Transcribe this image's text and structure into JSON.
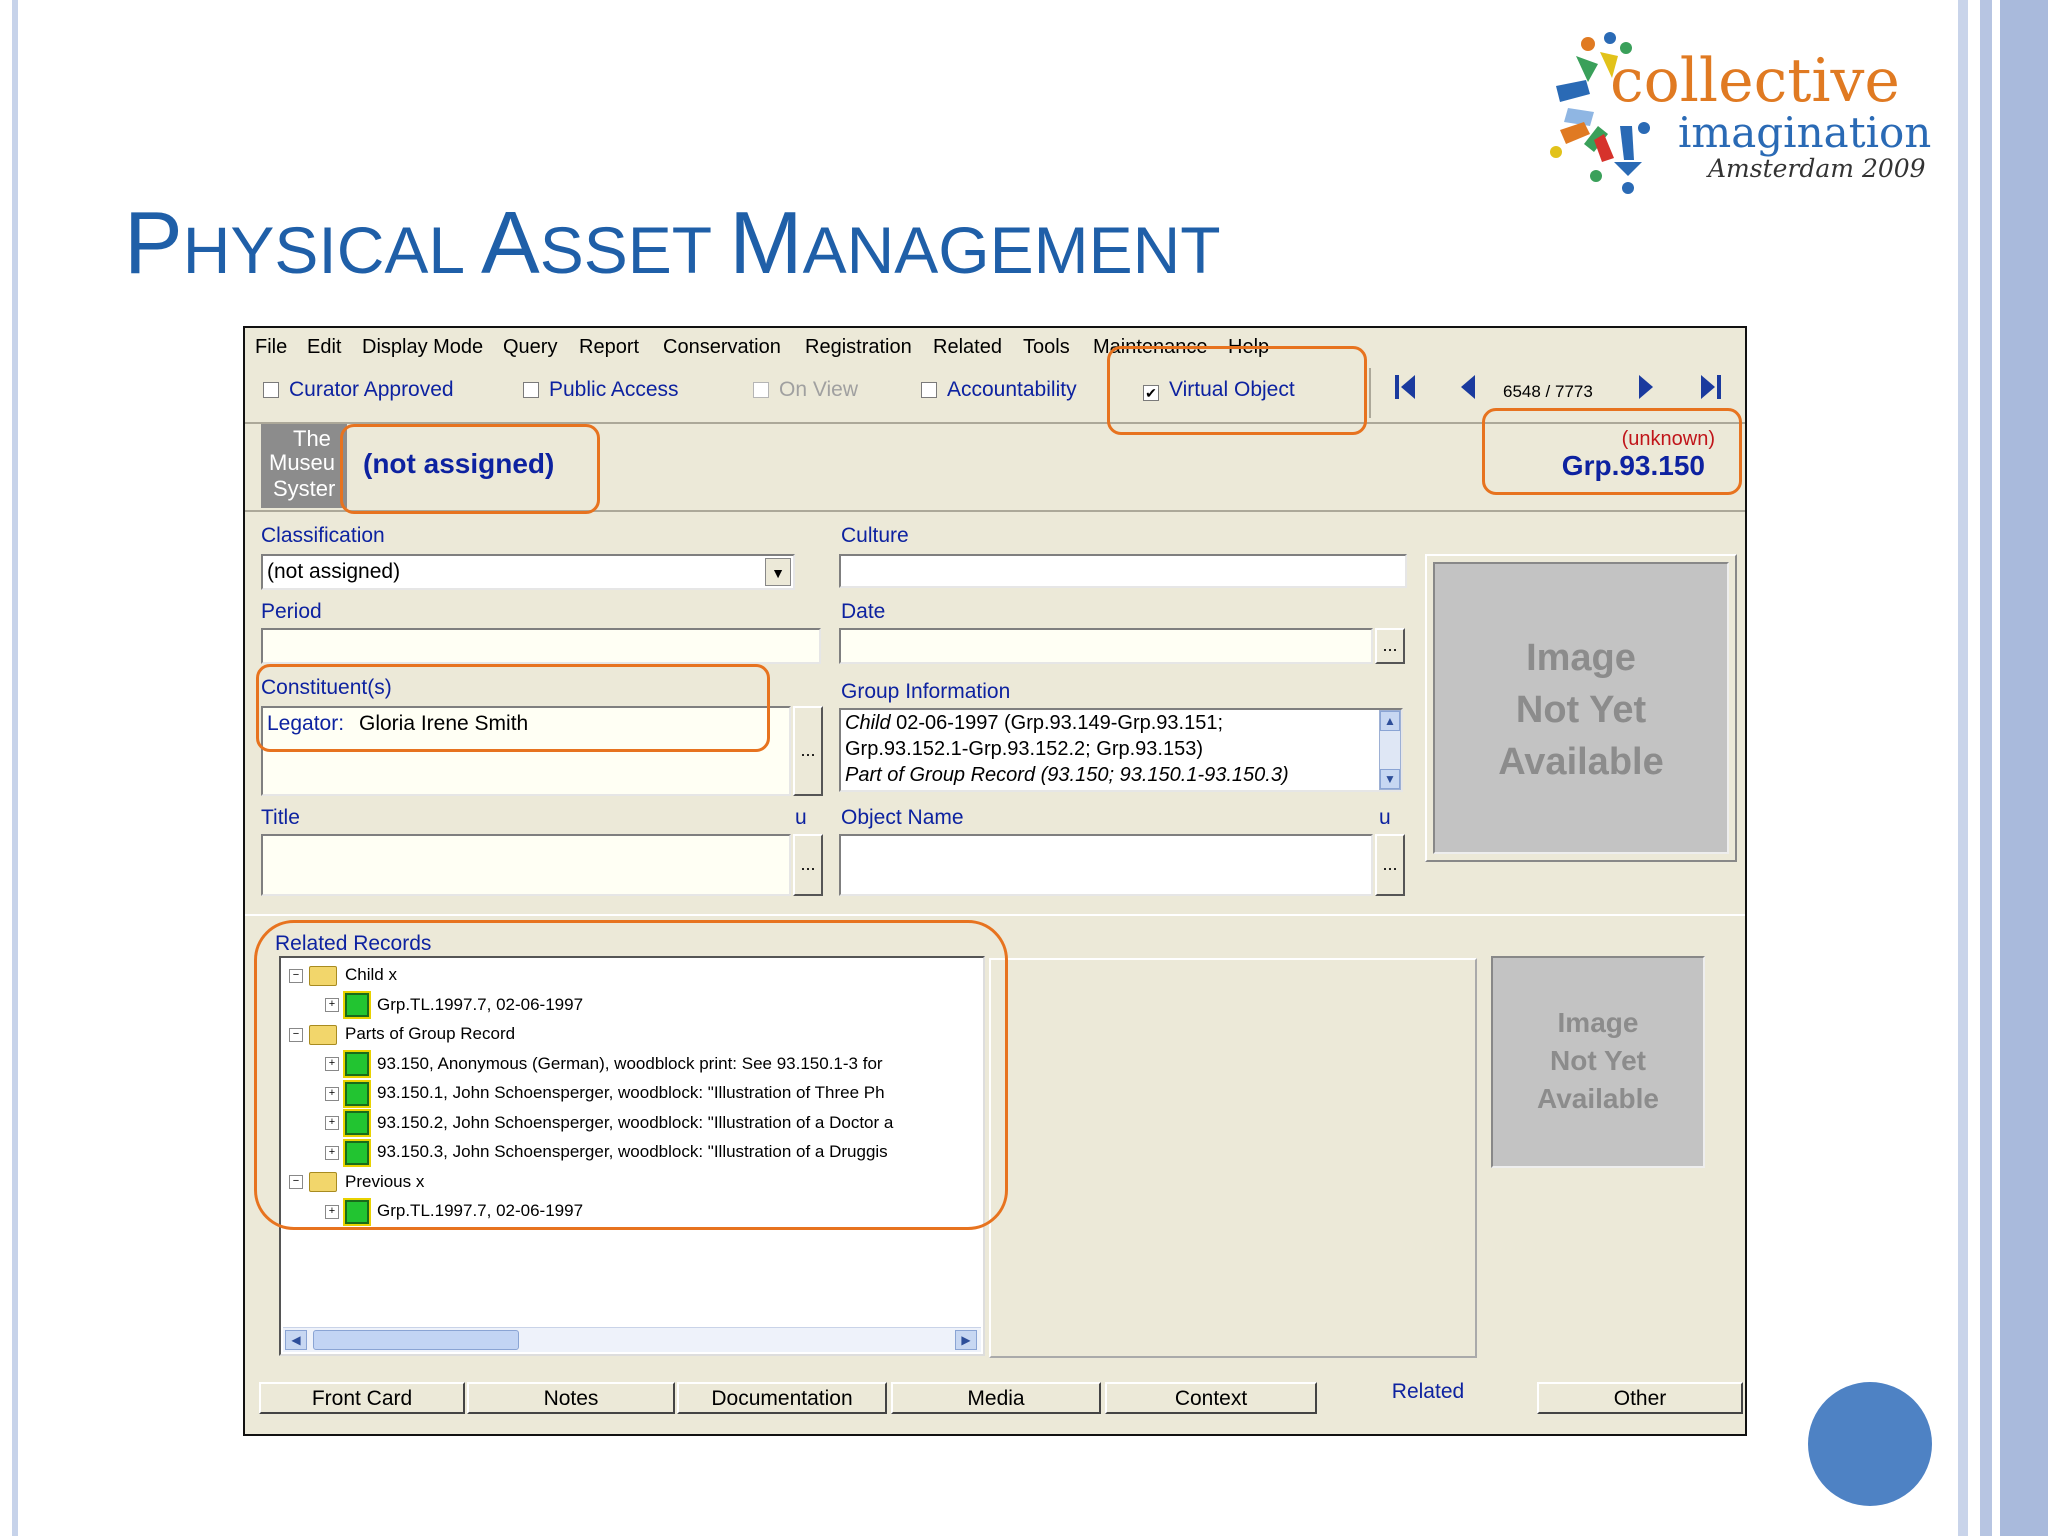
{
  "slide": {
    "title": "Physical Asset Management",
    "logo": {
      "line1": "collective",
      "line2": "imagination",
      "line3": "Amsterdam 2009"
    }
  },
  "menu": [
    "File",
    "Edit",
    "Display Mode",
    "Query",
    "Report",
    "Conservation",
    "Registration",
    "Related",
    "Tools",
    "Maintenance",
    "Help"
  ],
  "flags": [
    {
      "label": "Curator Approved",
      "checked": false
    },
    {
      "label": "Public Access",
      "checked": false
    },
    {
      "label": "On View",
      "checked": false,
      "disabled": true
    },
    {
      "label": "Accountability",
      "checked": false
    },
    {
      "label": "Virtual Object",
      "checked": true
    }
  ],
  "navigation": {
    "record_counter": "6548 / 7773"
  },
  "header": {
    "museum_logo": [
      "The",
      "Museu",
      "Syster"
    ],
    "object_label": "(not assigned)",
    "status": "(unknown)",
    "object_number": "Grp.93.150"
  },
  "form": {
    "classification_label": "Classification",
    "classification_value": "(not assigned)",
    "culture_label": "Culture",
    "period_label": "Period",
    "date_label": "Date",
    "constituents_label": "Constituent(s)",
    "constituent_role": "Legator:",
    "constituent_name": "Gloria Irene Smith",
    "group_info_label": "Group Information",
    "group_info": {
      "line1_prefix": "Child",
      "line1": " 02-06-1997 (Grp.93.149-Grp.93.151;",
      "line2": "Grp.93.152.1-Grp.93.152.2; Grp.93.153)",
      "line3": "Part of Group Record (93.150; 93.150.1-93.150.3)"
    },
    "title_label": "Title",
    "object_name_label": "Object Name",
    "u_marker": "u",
    "ellipsis": "..."
  },
  "image_placeholder": {
    "line1": "Image",
    "line2": "Not Yet",
    "line3": "Available"
  },
  "related": {
    "label": "Related Records",
    "tree": [
      {
        "type": "folder",
        "text": "Child x"
      },
      {
        "type": "item",
        "text": "Grp.TL.1997.7, 02-06-1997"
      },
      {
        "type": "folder",
        "text": "Parts of Group Record"
      },
      {
        "type": "item",
        "text": "93.150, Anonymous (German), woodblock print: See 93.150.1-3 for"
      },
      {
        "type": "item",
        "text": "93.150.1, John Schoensperger, woodblock: \"Illustration of Three Ph"
      },
      {
        "type": "item",
        "text": "93.150.2, John Schoensperger, woodblock: \"Illustration of a Doctor a"
      },
      {
        "type": "item",
        "text": "93.150.3, John Schoensperger, woodblock: \"Illustration of a Druggis"
      },
      {
        "type": "folder",
        "text": "Previous x"
      },
      {
        "type": "item",
        "text": "Grp.TL.1997.7, 02-06-1997"
      }
    ]
  },
  "tabs": [
    "Front Card",
    "Notes",
    "Documentation",
    "Media",
    "Context",
    "Related",
    "Other"
  ],
  "active_tab": "Related",
  "colors": {
    "accent": "#1f5fa8",
    "highlight": "#e7731f",
    "label": "#0d22a0",
    "circle": "#4e82c4"
  }
}
